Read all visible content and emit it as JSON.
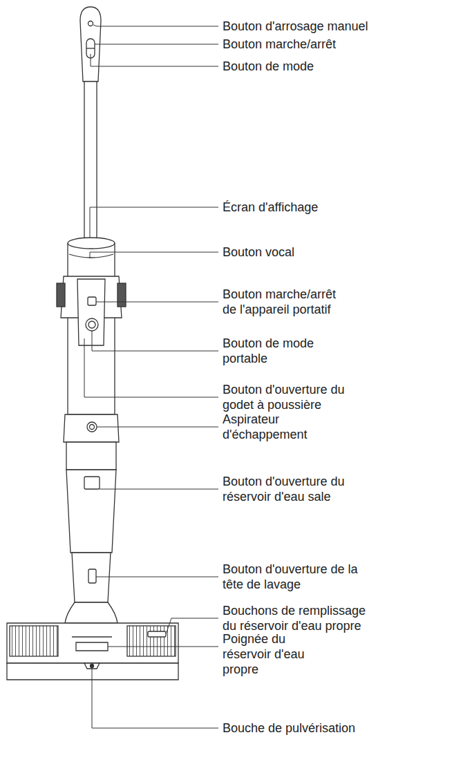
{
  "diagram": {
    "labels": [
      "Bouton d'arrosage manuel",
      "Bouton marche/arrêt",
      "Bouton de mode",
      "Écran d'affichage",
      "Bouton vocal",
      "Bouton marche/arrêt de l'appareil portatif",
      "Bouton de mode portable",
      "Bouton d'ouverture du godet à poussière",
      "Aspirateur d'échappement",
      "Bouton d'ouverture du réservoir d'eau sale",
      "Bouton d'ouverture de la tête de lavage",
      "Bouchons de remplissage du réservoir d'eau propre",
      "Poignée du réservoir d'eau propre",
      "Bouche de pulvérisation"
    ]
  }
}
